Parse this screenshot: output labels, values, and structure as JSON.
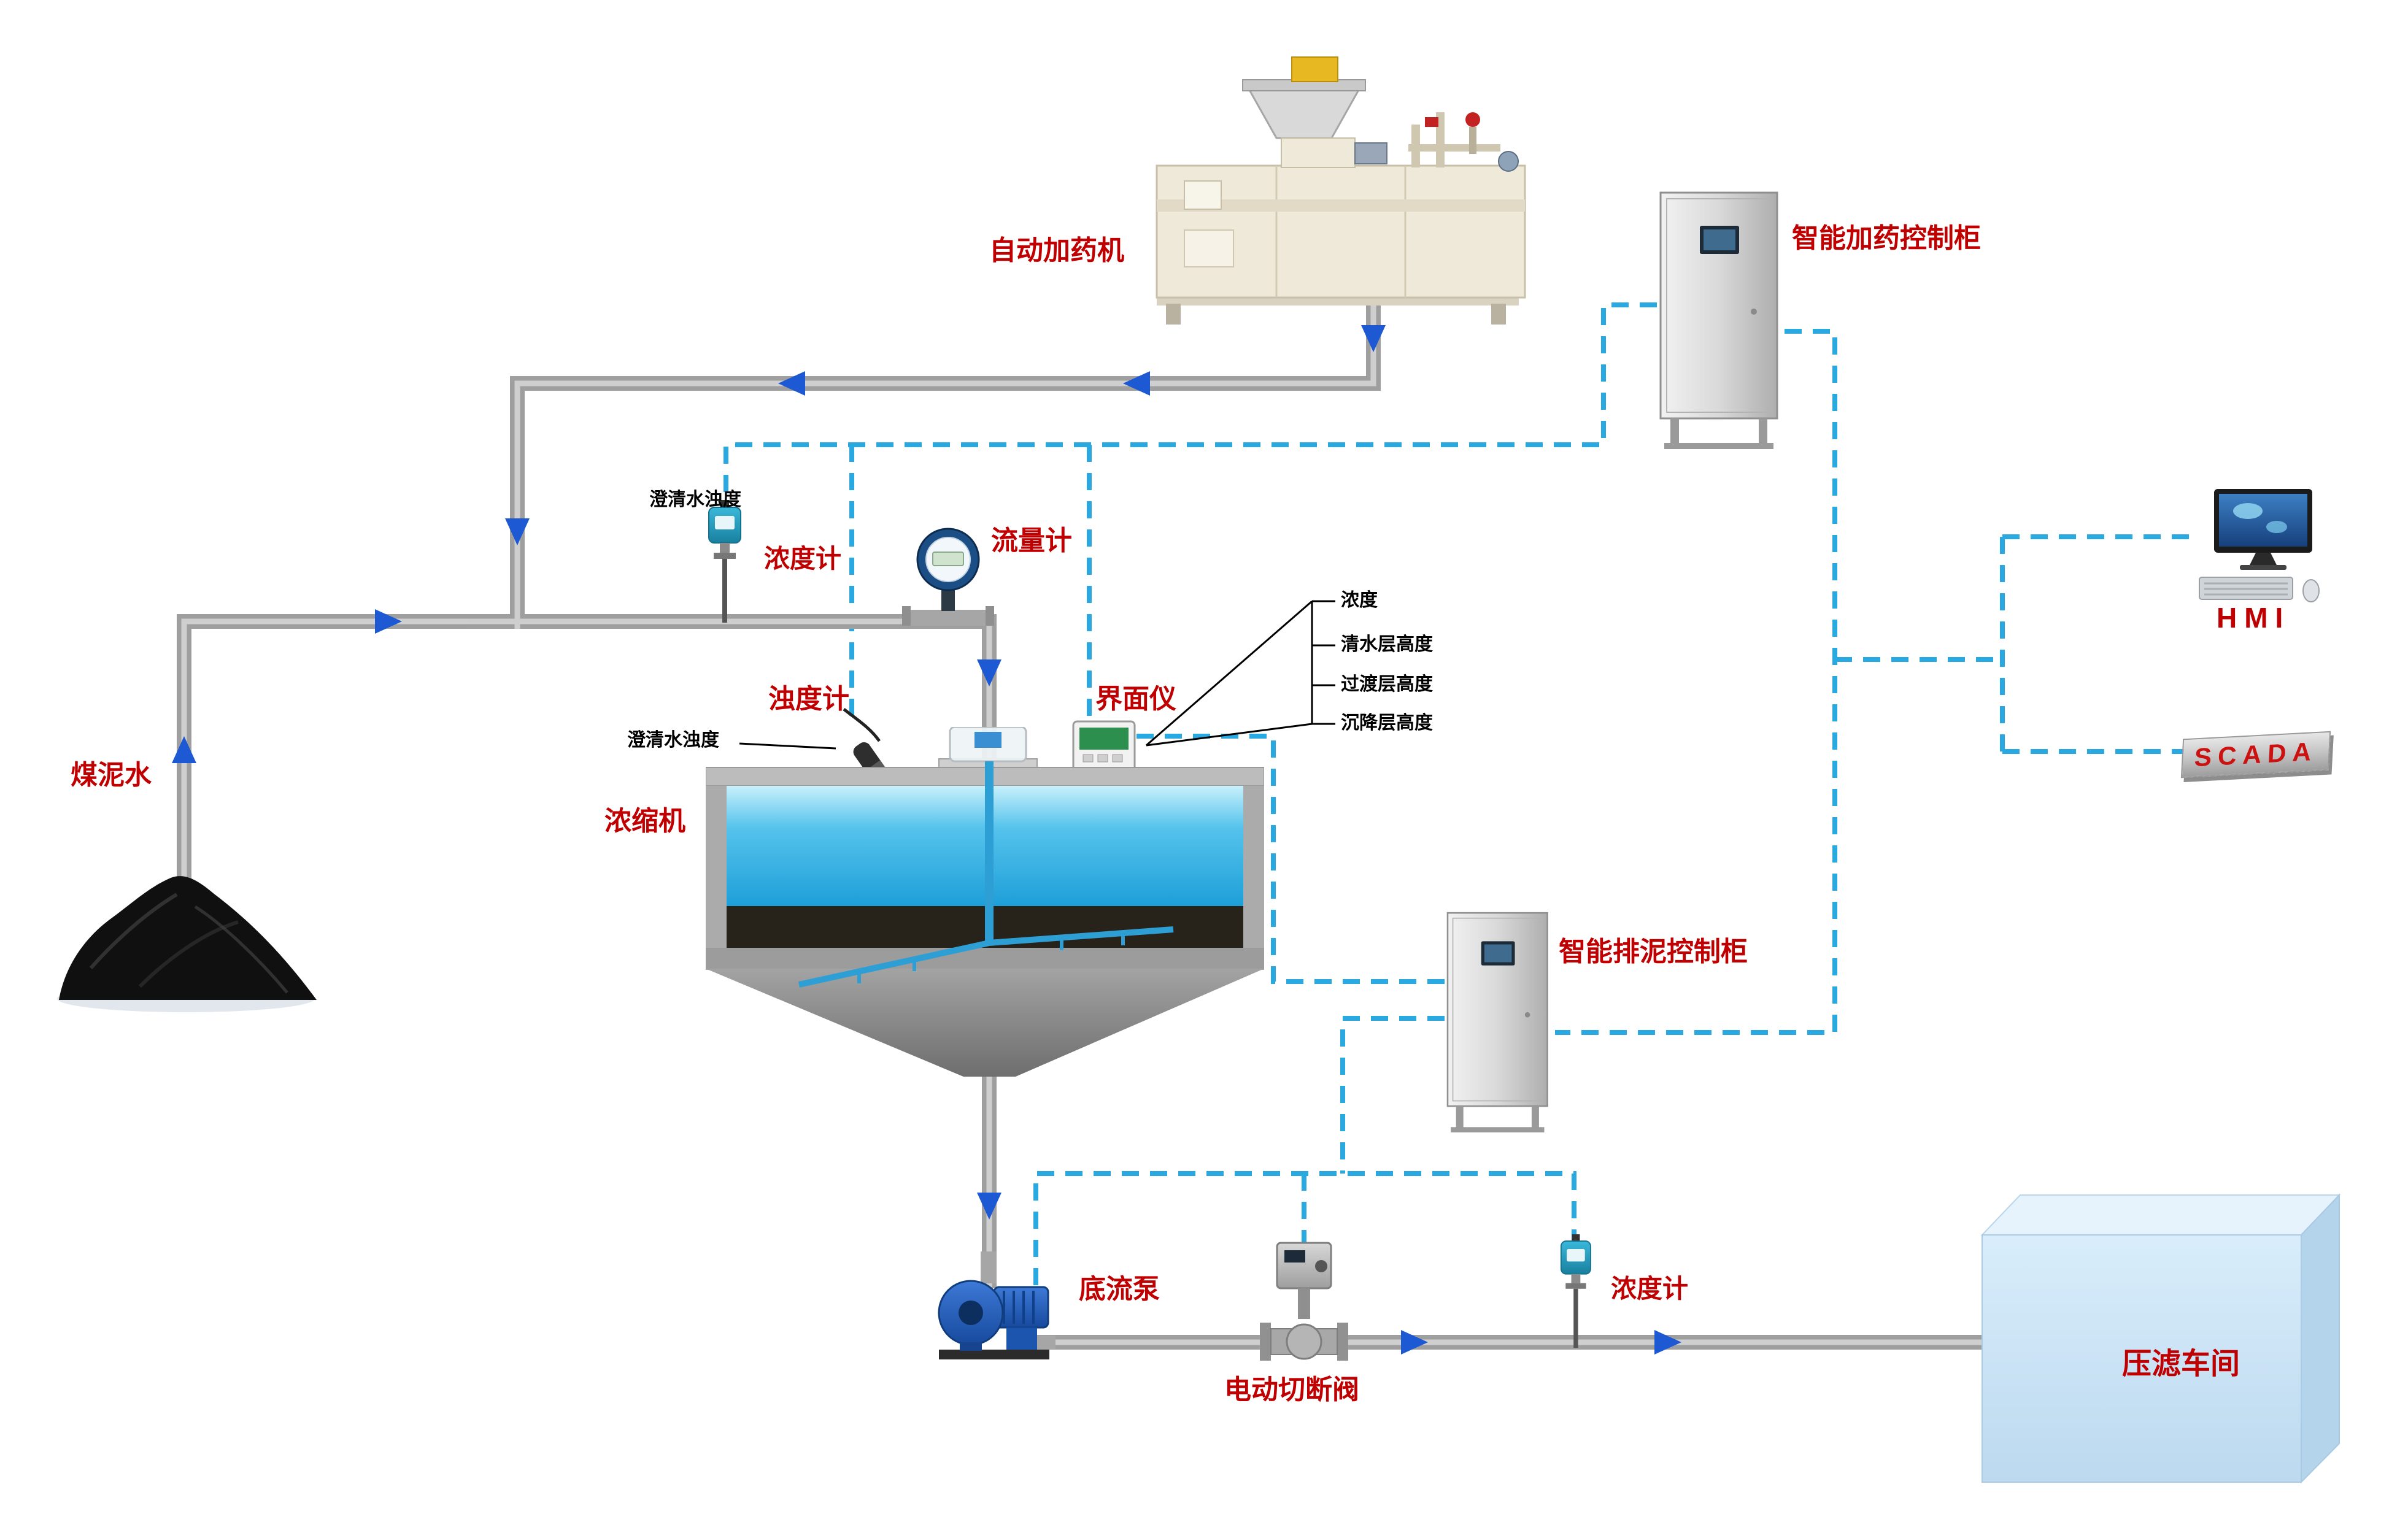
{
  "colors": {
    "label_red": "#c00000",
    "signal_line_blue": "#2aa9e1",
    "arrow_blue": "#1d59d2",
    "pipe_gray": "#9f9f9f",
    "water_blue": "#1e9fd8",
    "workshop_blue": "#cfe6f7"
  },
  "nodes": {
    "coal_slurry": {
      "label": "煤泥水"
    },
    "dosing_machine": {
      "label": "自动加药机"
    },
    "dosing_cabinet": {
      "label": "智能加药控制柜"
    },
    "hmi": {
      "label": "HMI"
    },
    "scada": {
      "label": "SCADA"
    },
    "densitometer_top": {
      "label": "浓度计",
      "note": "澄清水浊度"
    },
    "flow_meter": {
      "label": "流量计"
    },
    "turbidity_meter": {
      "label": "浊度计",
      "note": "澄清水浊度"
    },
    "interface_meter": {
      "label": "界面仪",
      "callouts": [
        "浓度",
        "清水层高度",
        "过渡层高度",
        "沉降层高度"
      ]
    },
    "thickener": {
      "label": "浓缩机"
    },
    "mud_cabinet": {
      "label": "智能排泥控制柜"
    },
    "underflow_pump": {
      "label": "底流泵"
    },
    "shutoff_valve": {
      "label": "电动切断阀"
    },
    "densitometer_bottom": {
      "label": "浓度计"
    },
    "filter_press": {
      "label": "压滤车间"
    }
  }
}
